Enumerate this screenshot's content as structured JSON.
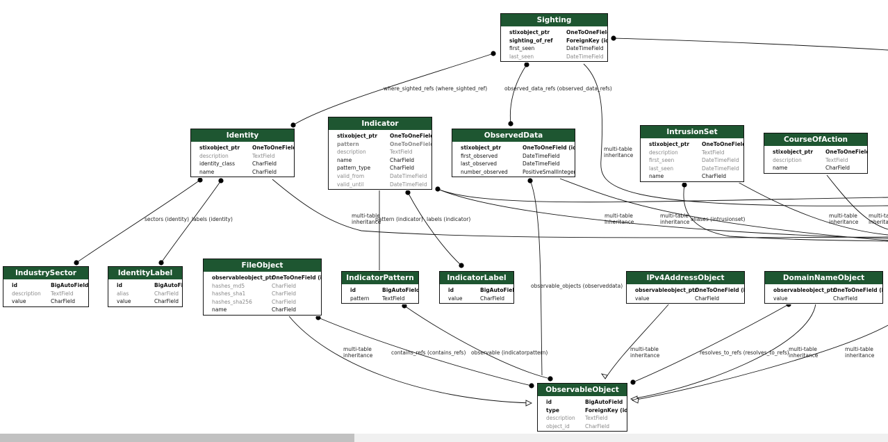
{
  "models": [
    {
      "key": "sighting",
      "title": "Sighting",
      "fields": [
        {
          "name": "stixobject_ptr",
          "type": "OneToOneField (id)",
          "style": "b"
        },
        {
          "name": "sighting_of_ref",
          "type": "ForeignKey (id)",
          "style": "b"
        },
        {
          "name": "first_seen",
          "type": "DateTimeField",
          "style": ""
        },
        {
          "name": "last_seen",
          "type": "DateTimeField",
          "style": "g"
        }
      ]
    },
    {
      "key": "identity",
      "title": "Identity",
      "fields": [
        {
          "name": "stixobject_ptr",
          "type": "OneToOneField (id)",
          "style": "b"
        },
        {
          "name": "description",
          "type": "TextField",
          "style": "g"
        },
        {
          "name": "identity_class",
          "type": "CharField",
          "style": ""
        },
        {
          "name": "name",
          "type": "CharField",
          "style": ""
        }
      ]
    },
    {
      "key": "indicator",
      "title": "Indicator",
      "fields": [
        {
          "name": "stixobject_ptr",
          "type": "OneToOneField (id)",
          "style": "b"
        },
        {
          "name": "pattern",
          "type": "OneToOneField (id)",
          "style": "bg"
        },
        {
          "name": "description",
          "type": "TextField",
          "style": "g"
        },
        {
          "name": "name",
          "type": "CharField",
          "style": ""
        },
        {
          "name": "pattern_type",
          "type": "CharField",
          "style": ""
        },
        {
          "name": "valid_from",
          "type": "DateTimeField",
          "style": "g"
        },
        {
          "name": "valid_until",
          "type": "DateTimeField",
          "style": "g"
        }
      ]
    },
    {
      "key": "observeddata",
      "title": "ObservedData",
      "fields": [
        {
          "name": "stixobject_ptr",
          "type": "OneToOneField (id)",
          "style": "b"
        },
        {
          "name": "first_observed",
          "type": "DateTimeField",
          "style": ""
        },
        {
          "name": "last_observed",
          "type": "DateTimeField",
          "style": ""
        },
        {
          "name": "number_observed",
          "type": "PositiveSmallIntegerField",
          "style": ""
        }
      ]
    },
    {
      "key": "intrusionset",
      "title": "IntrusionSet",
      "fields": [
        {
          "name": "stixobject_ptr",
          "type": "OneToOneField (id)",
          "style": "b"
        },
        {
          "name": "description",
          "type": "TextField",
          "style": "g"
        },
        {
          "name": "first_seen",
          "type": "DateTimeField",
          "style": "g"
        },
        {
          "name": "last_seen",
          "type": "DateTimeField",
          "style": "g"
        },
        {
          "name": "name",
          "type": "CharField",
          "style": ""
        }
      ]
    },
    {
      "key": "courseofaction",
      "title": "CourseOfAction",
      "fields": [
        {
          "name": "stixobject_ptr",
          "type": "OneToOneField (id)",
          "style": "b"
        },
        {
          "name": "description",
          "type": "TextField",
          "style": "g"
        },
        {
          "name": "name",
          "type": "CharField",
          "style": ""
        }
      ]
    },
    {
      "key": "industrysector",
      "title": "IndustrySector",
      "fields": [
        {
          "name": "id",
          "type": "BigAutoField",
          "style": "b"
        },
        {
          "name": "description",
          "type": "TextField",
          "style": "g"
        },
        {
          "name": "value",
          "type": "CharField",
          "style": ""
        }
      ]
    },
    {
      "key": "identitylabel",
      "title": "IdentityLabel",
      "fields": [
        {
          "name": "id",
          "type": "BigAutoField",
          "style": "b"
        },
        {
          "name": "alias",
          "type": "CharField",
          "style": "g"
        },
        {
          "name": "value",
          "type": "CharField",
          "style": ""
        }
      ]
    },
    {
      "key": "fileobject",
      "title": "FileObject",
      "fields": [
        {
          "name": "observableobject_ptr",
          "type": "OneToOneField (id)",
          "style": "b"
        },
        {
          "name": "hashes_md5",
          "type": "CharField",
          "style": "g"
        },
        {
          "name": "hashes_sha1",
          "type": "CharField",
          "style": "g"
        },
        {
          "name": "hashes_sha256",
          "type": "CharField",
          "style": "g"
        },
        {
          "name": "name",
          "type": "CharField",
          "style": ""
        }
      ]
    },
    {
      "key": "indicatorpattern",
      "title": "IndicatorPattern",
      "fields": [
        {
          "name": "id",
          "type": "BigAutoField",
          "style": "b"
        },
        {
          "name": "pattern",
          "type": "TextField",
          "style": ""
        }
      ]
    },
    {
      "key": "indicatorlabel",
      "title": "IndicatorLabel",
      "fields": [
        {
          "name": "id",
          "type": "BigAutoField",
          "style": "b"
        },
        {
          "name": "value",
          "type": "CharField",
          "style": ""
        }
      ]
    },
    {
      "key": "ipv4addressobject",
      "title": "IPv4AddressObject",
      "fields": [
        {
          "name": "observableobject_ptr",
          "type": "OneToOneField (id)",
          "style": "b"
        },
        {
          "name": "value",
          "type": "CharField",
          "style": ""
        }
      ]
    },
    {
      "key": "domainnameobject",
      "title": "DomainNameObject",
      "fields": [
        {
          "name": "observableobject_ptr",
          "type": "OneToOneField (id)",
          "style": "b"
        },
        {
          "name": "value",
          "type": "CharField",
          "style": ""
        }
      ]
    },
    {
      "key": "observableobject",
      "title": "ObservableObject",
      "fields": [
        {
          "name": "id",
          "type": "BigAutoField",
          "style": "b"
        },
        {
          "name": "type",
          "type": "ForeignKey (id)",
          "style": "b"
        },
        {
          "name": "description",
          "type": "TextField",
          "style": "g"
        },
        {
          "name": "object_id",
          "type": "CharField",
          "style": "g"
        }
      ]
    }
  ],
  "edge_labels": [
    {
      "key": "where_sighted",
      "text": "where_sighted_refs (where_sighted_ref)"
    },
    {
      "key": "observed_data",
      "text": "observed_data_refs (observed_data_refs)"
    },
    {
      "key": "mti_sighting_1",
      "text": "multi-table"
    },
    {
      "key": "mti_sighting_2",
      "text": "inheritance"
    },
    {
      "key": "sectors",
      "text": "sectors (identity)"
    },
    {
      "key": "labels_identity",
      "text": "labels (identity)"
    },
    {
      "key": "mti_identity_1",
      "text": "multi-table"
    },
    {
      "key": "mti_identity_2",
      "text": "inheritance"
    },
    {
      "key": "pattern_indicator",
      "text": "pattern (indicator)"
    },
    {
      "key": "labels_indicator",
      "text": "labels (indicator)"
    },
    {
      "key": "mti_observed_1",
      "text": "multi-table"
    },
    {
      "key": "mti_observed_2",
      "text": "inheritance"
    },
    {
      "key": "mti_intrusion_1",
      "text": "multi-table"
    },
    {
      "key": "mti_intrusion_2",
      "text": "inheritance"
    },
    {
      "key": "aliases",
      "text": "aliases (intrusionset)"
    },
    {
      "key": "mti_coa_1",
      "text": "multi-table"
    },
    {
      "key": "mti_coa_2",
      "text": "inheritance"
    },
    {
      "key": "mti_right_1",
      "text": "multi-tal"
    },
    {
      "key": "mti_right_2",
      "text": "inheritanc"
    },
    {
      "key": "observable_objects",
      "text": "observable_objects (observeddata)"
    },
    {
      "key": "mti_file_1",
      "text": "multi-table"
    },
    {
      "key": "mti_file_2",
      "text": "inheritance"
    },
    {
      "key": "contains_refs",
      "text": "contains_refs (contains_refs)"
    },
    {
      "key": "observable_pattern",
      "text": "observable (indicatorpattern)"
    },
    {
      "key": "mti_ipv4_1",
      "text": "multi-table"
    },
    {
      "key": "mti_ipv4_2",
      "text": "inheritance"
    },
    {
      "key": "resolves",
      "text": "resolves_to_refs (resolves_to_refs)"
    },
    {
      "key": "mti_domain_1",
      "text": "multi-table"
    },
    {
      "key": "mti_domain_2",
      "text": "inheritance"
    },
    {
      "key": "mti_far_1",
      "text": "multi-table"
    },
    {
      "key": "mti_far_2",
      "text": "inheritance"
    }
  ]
}
